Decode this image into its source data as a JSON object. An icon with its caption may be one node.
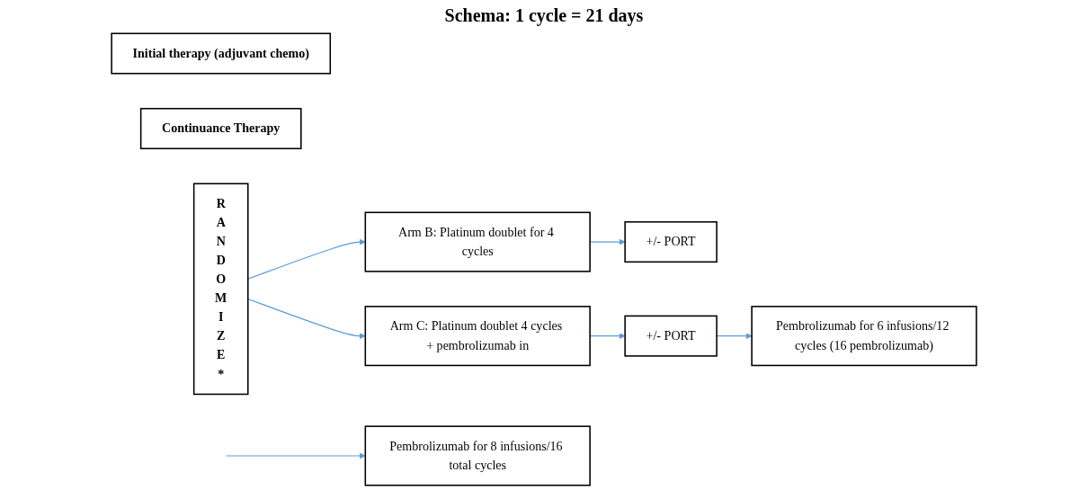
{
  "diagram": {
    "title": "Schema: 1 cycle = 21 days",
    "nodes": [
      {
        "text": [
          "Initial therapy (adjuvant chemo)"
        ]
      },
      {
        "text": [
          "Continuance Therapy"
        ]
      },
      {
        "text": [
          "R A N D O M I Z E *"
        ]
      },
      {
        "text": [
          "Arm B: Platinum doublet for 4 cycles"
        ]
      },
      {
        "text": [
          "Arm C: Platinum doublet 4 cycles + pembrolizumab in"
        ]
      },
      {
        "text": [
          "+/- PORT"
        ]
      },
      {
        "text": [
          "Pembrolizumab for 8 infusions/16 total cycles"
        ]
      },
      {
        "text": [
          "+/- PORT"
        ]
      },
      {
        "text": [
          "Pembrolizumab for 6 infusions/12 cycles (16 pembrolizumab)"
        ]
      }
    ],
    "edges": [
      {
        "from": 2,
        "to": 3,
        "arrow": "to"
      },
      {
        "from": 2,
        "to": 4,
        "arrow": "to"
      },
      {
        "from": 3,
        "to": 5,
        "arrow": "to"
      },
      {
        "from": null,
        "to": 6,
        "arrow": "to"
      },
      {
        "from": 4,
        "to": 7,
        "arrow": "to"
      },
      {
        "from": 7,
        "to": 8,
        "arrow": "to"
      }
    ]
  }
}
